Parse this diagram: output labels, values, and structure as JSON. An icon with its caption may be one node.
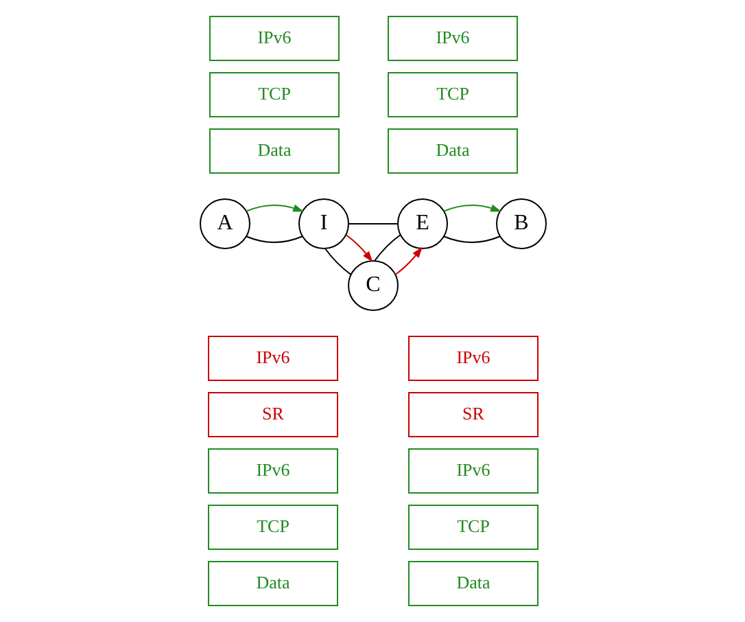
{
  "diagram": {
    "nodes": [
      {
        "text": [
          "IPv6"
        ]
      },
      {
        "text": [
          "TCP"
        ]
      },
      {
        "text": [
          "Data"
        ]
      },
      {
        "text": [
          "IPv6"
        ]
      },
      {
        "text": [
          "TCP"
        ]
      },
      {
        "text": [
          "Data"
        ]
      },
      {
        "text": [
          "A"
        ]
      },
      {
        "text": [
          "I"
        ]
      },
      {
        "text": [
          "E"
        ]
      },
      {
        "text": [
          "B"
        ]
      },
      {
        "text": [
          "C"
        ]
      },
      {
        "text": [
          "IPv6"
        ]
      },
      {
        "text": [
          "SR"
        ]
      },
      {
        "text": [
          "IPv6"
        ]
      },
      {
        "text": [
          "TCP"
        ]
      },
      {
        "text": [
          "Data"
        ]
      },
      {
        "text": [
          "IPv6"
        ]
      },
      {
        "text": [
          "SR"
        ]
      },
      {
        "text": [
          "IPv6"
        ]
      },
      {
        "text": [
          "TCP"
        ]
      },
      {
        "text": [
          "Data"
        ]
      }
    ],
    "edges": [
      {
        "from": 6,
        "to": 7,
        "arrow": "none"
      },
      {
        "from": 6,
        "to": 7,
        "arrow": "to",
        "color": "#228b22"
      },
      {
        "from": 7,
        "to": 8,
        "arrow": "none"
      },
      {
        "from": 7,
        "to": 10,
        "arrow": "none"
      },
      {
        "from": 7,
        "to": 10,
        "arrow": "to",
        "color": "#cc0000"
      },
      {
        "from": 10,
        "to": 8,
        "arrow": "none"
      },
      {
        "from": 10,
        "to": 8,
        "arrow": "to",
        "color": "#cc0000"
      },
      {
        "from": 8,
        "to": 9,
        "arrow": "none"
      },
      {
        "from": 8,
        "to": 9,
        "arrow": "to",
        "color": "#228b22"
      }
    ]
  }
}
